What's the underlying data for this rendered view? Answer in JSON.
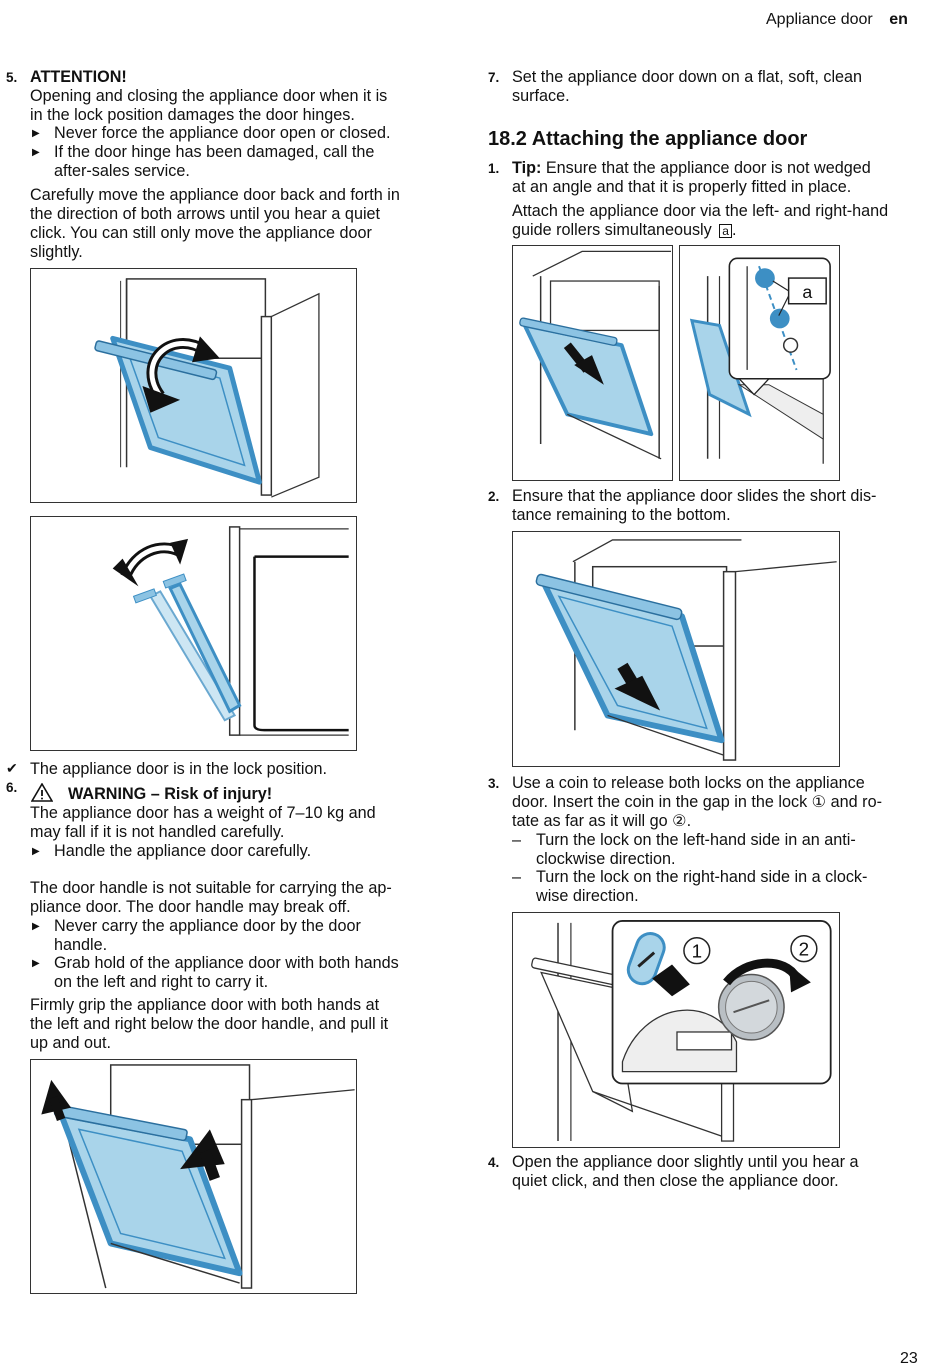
{
  "header": {
    "section": "Appliance door",
    "lang": "en"
  },
  "footer": {
    "page": "23"
  },
  "left": {
    "step5": {
      "num": "5.",
      "title": "ATTENTION!",
      "p1": [
        "Opening and closing the appliance door when it is",
        "in the lock position damages the door hinges."
      ],
      "bullet1": "Never force the appliance door open or closed.",
      "bullet2": [
        "If the door hinge has been damaged, call the",
        "after-sales service."
      ],
      "p2": [
        "Carefully move the appliance door back and forth in",
        "the direction of both arrows until you hear a quiet",
        "click. You can still only move the appliance door",
        "slightly."
      ]
    },
    "result": "The appliance door is in the lock position.",
    "step6": {
      "num": "6.",
      "warning": "WARNING – Risk of injury!",
      "p1": [
        "The appliance door has a weight of 7–10 kg and",
        "may fall if it is not handled carefully."
      ],
      "bullet1": "Handle the appliance door carefully.",
      "p2": [
        "The door handle is not suitable for carrying the ap-",
        "pliance door. The door handle may break off."
      ],
      "bullet2": [
        "Never carry the appliance door by the door",
        "handle."
      ],
      "bullet3": [
        "Grab hold of the appliance door with both hands",
        "on the left and right to carry it."
      ],
      "p3": [
        "Firmly grip the appliance door with both hands at",
        "the left and right below the door handle, and pull it",
        "up and out."
      ]
    }
  },
  "right": {
    "step7": {
      "num": "7.",
      "text": [
        "Set the appliance door down on a flat, soft, clean",
        "surface."
      ]
    },
    "heading": "18.2 Attaching the appliance door",
    "s1": {
      "num": "1.",
      "tip_label": "Tip:",
      "tip_text": "Ensure that the appliance door is not wedged",
      "tip_text2": "at an angle and that it is properly fitted in place.",
      "p": [
        "Attach the appliance door via the left- and right-hand",
        "guide rollers simultaneously"
      ],
      "ref": "a",
      "p_end": "."
    },
    "s2": {
      "num": "2.",
      "text": [
        "Ensure that the appliance door slides the short dis-",
        "tance remaining to the bottom."
      ]
    },
    "s3": {
      "num": "3.",
      "text": [
        "Use a coin to release both locks on the appliance",
        "door. Insert the coin in the gap in the lock ① and ro-",
        "tate as far as it will go ②."
      ],
      "dash1": [
        "Turn the lock on the left-hand side in an anti-",
        "clockwise direction."
      ],
      "dash2": [
        "Turn the lock on the right-hand side in a clock-",
        "wise direction."
      ]
    },
    "s4": {
      "num": "4.",
      "text": [
        "Open the appliance door slightly until you hear a",
        "quiet click, and then close the appliance door."
      ]
    }
  },
  "figures": {
    "callout_a": "a",
    "callout_1": "1",
    "callout_2": "2"
  },
  "colors": {
    "door_fill": "#a9d4ea",
    "door_edge": "#3d8fc4",
    "line": "#2b2b2b"
  }
}
